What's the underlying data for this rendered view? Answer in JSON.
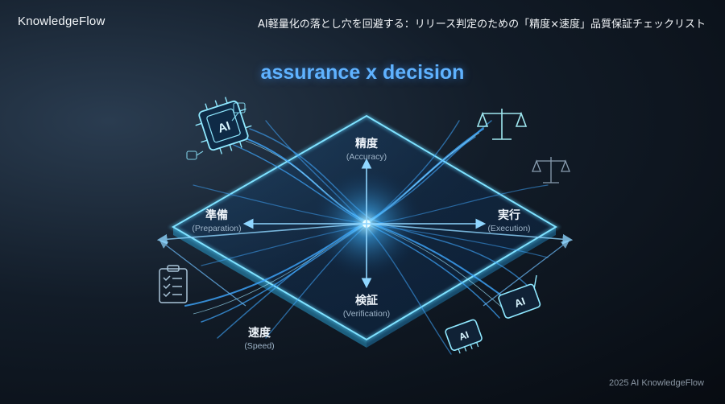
{
  "header": {
    "brand": "KnowledgeFlow",
    "title": "AI軽量化の落とし穴を回避する：リリース判定のための「精度×速度」品質保証チェックリスト"
  },
  "headline": "assurance x decision",
  "diagram": {
    "top": {
      "jp": "精度",
      "en": "(Accuracy)"
    },
    "left": {
      "jp": "準備",
      "en": "(Preparation)"
    },
    "right": {
      "jp": "実行",
      "en": "(Execution)"
    },
    "bottom": {
      "jp": "検証",
      "en": "(Verification)"
    },
    "corner": {
      "jp": "速度",
      "en": "(Speed)"
    },
    "chip_label": "AI"
  },
  "footer": "2025 AI KnowledgeFlow",
  "colors": {
    "accent": "#5fb2ff",
    "glow": "#3aa0ff",
    "edge": "#8fe8ff"
  }
}
